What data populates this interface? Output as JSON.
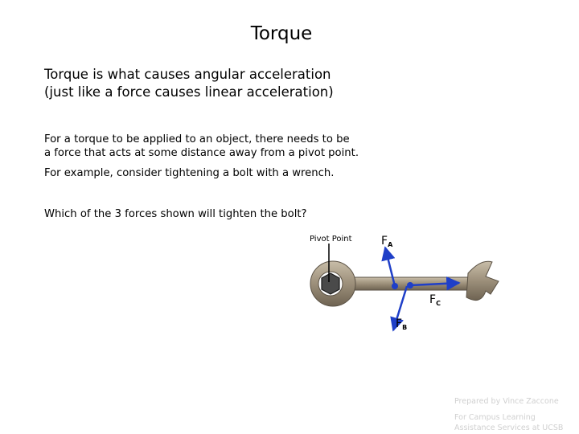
{
  "title": "Torque",
  "intro": {
    "line1": "Torque is what causes angular acceleration",
    "line2": "(just like a force causes linear acceleration)"
  },
  "para1": {
    "line1": "For a torque to be applied to an object, there needs to be",
    "line2": "a force that acts at some distance away from a pivot point."
  },
  "para2": "For example, consider tightening a bolt with a wrench.",
  "question": "Which of the 3 forces shown will tighten the bolt?",
  "diagram": {
    "pivot_label": "Pivot Point",
    "forces": [
      {
        "letter": "F",
        "sub": "A"
      },
      {
        "letter": "F",
        "sub": "C"
      },
      {
        "letter": "F",
        "sub": "B"
      }
    ],
    "arrow_color": "#1f3fc8",
    "wrench_color": "#9c8f7a"
  },
  "credit": {
    "line1": "Prepared by Vince Zaccone",
    "line2": "For Campus Learning",
    "line3": "Assistance Services at UCSB"
  }
}
